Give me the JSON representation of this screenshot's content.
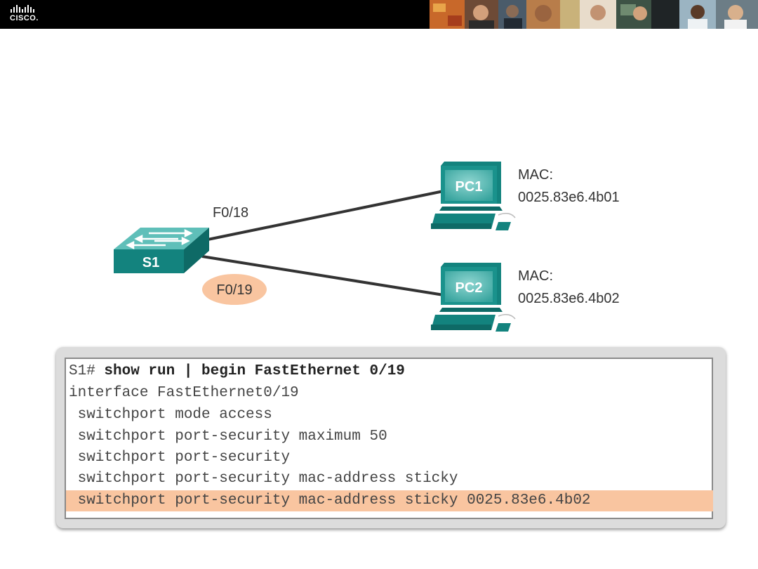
{
  "header": {
    "logo_text": "CISCO."
  },
  "diagram": {
    "switch": {
      "label": "S1"
    },
    "pc1": {
      "label": "PC1",
      "mac_line1": "MAC:",
      "mac_line2": "0025.83e6.4b01"
    },
    "pc2": {
      "label": "PC2",
      "mac_line1": "MAC:",
      "mac_line2": "0025.83e6.4b02"
    },
    "links": [
      {
        "port": "F0/18",
        "to": "PC1"
      },
      {
        "port": "F0/19",
        "to": "PC2",
        "highlighted": true
      }
    ]
  },
  "cli": {
    "prompt": "S1# ",
    "command": "show run | begin FastEthernet 0/19",
    "lines": [
      "interface FastEthernet0/19",
      " switchport mode access",
      " switchport port-security maximum 50",
      " switchport port-security",
      " switchport port-security mac-address sticky",
      " switchport port-security mac-address sticky 0025.83e6.4b02"
    ],
    "highlighted_line_index": 5
  },
  "colors": {
    "device_teal": "#13837e",
    "device_teal_light": "#5fbfb9",
    "highlight": "#f9c5a0",
    "link": "#333333"
  }
}
